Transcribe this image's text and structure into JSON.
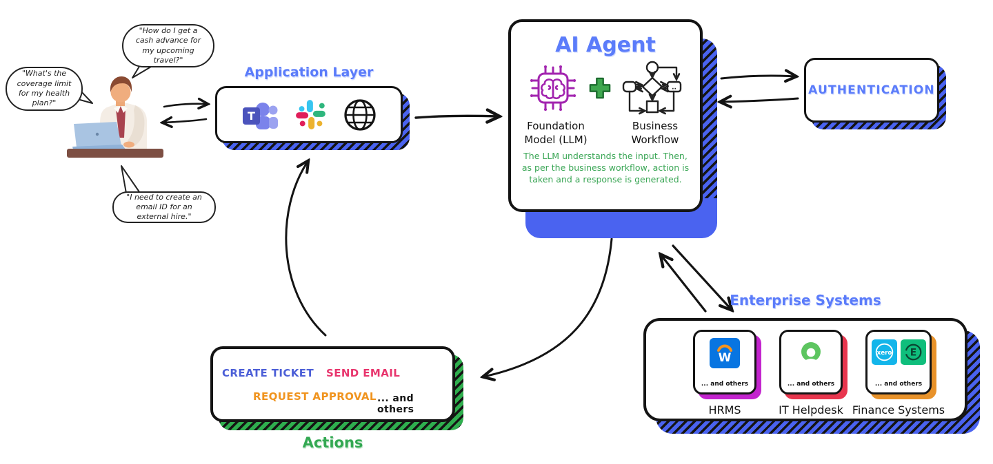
{
  "user": {
    "bubbles": [
      {
        "text": "\"How do I get a cash advance for my upcoming travel?\""
      },
      {
        "text": "\"What's the coverage limit for my health plan?\""
      },
      {
        "text": "\"I need to create an email ID for an external hire.\""
      }
    ]
  },
  "application_layer": {
    "title": "Application Layer",
    "icons": [
      "teams-icon",
      "slack-icon",
      "globe-icon"
    ]
  },
  "ai_agent": {
    "title": "AI Agent",
    "components": [
      {
        "label": "Foundation Model (LLM)",
        "icon": "chip-brain-icon"
      },
      {
        "label": "Business Workflow",
        "icon": "workflow-icon"
      }
    ],
    "description": "The LLM understands the input. Then, as per the business workflow, action is taken and a response is generated."
  },
  "authentication": {
    "title": "AUTHENTICATION"
  },
  "enterprise_systems": {
    "title": "Enterprise Systems",
    "cards": [
      {
        "label": "HRMS",
        "more": "... and others",
        "icons": [
          "workday-icon"
        ],
        "shadow_color": "#C324CE"
      },
      {
        "label": "IT Helpdesk",
        "more": "... and others",
        "icons": [
          "green-ring-icon"
        ],
        "shadow_color": "#E8364E"
      },
      {
        "label": "Finance Systems",
        "more": "... and others",
        "icons": [
          "xero-icon",
          "expensify-icon"
        ],
        "shadow_color": "#E8922A"
      }
    ]
  },
  "actions": {
    "title": "Actions",
    "items": [
      {
        "label": "CREATE TICKET",
        "color": "#4C5FD7"
      },
      {
        "label": "SEND EMAIL",
        "color": "#E8356D"
      },
      {
        "label": "REQUEST APPROVAL",
        "color": "#F0941F"
      },
      {
        "label": "... and others",
        "color": "#141414"
      }
    ]
  },
  "icon_glyphs": {
    "teams_letter": "T",
    "workday_letter": "W",
    "xero_text": "xero",
    "expensify_letter": "E",
    "workflow_dots": ".."
  },
  "colors": {
    "accent_blue": "#5B7CFA",
    "shadow_blue": "#4a63f0",
    "description_green": "#3AA655",
    "actions_title_green": "#33A852",
    "actions_shadow_green": "#2fae4e",
    "card_shadow_hrms": "#C324CE",
    "card_shadow_helpdesk": "#E8364E",
    "card_shadow_finance": "#E8922A"
  }
}
